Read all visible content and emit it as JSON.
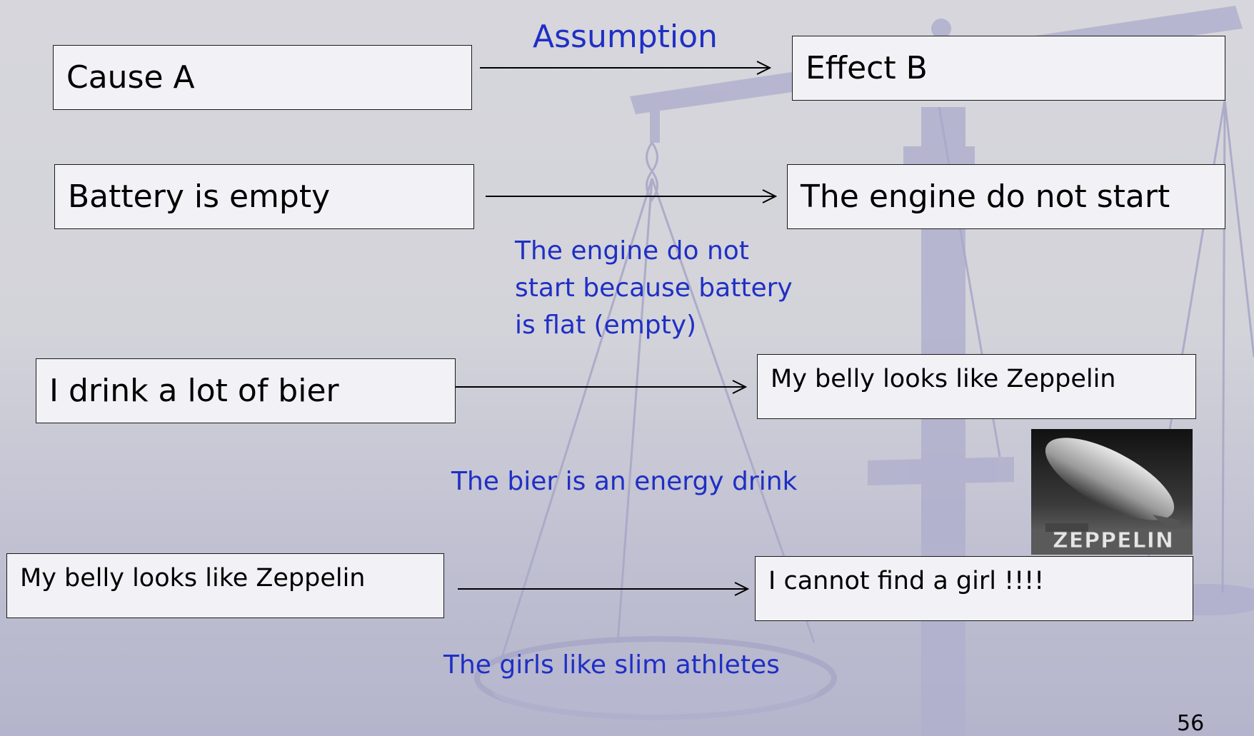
{
  "diagram": {
    "assumption_label": "Assumption",
    "rows": [
      {
        "cause": "Cause A",
        "effect": "Effect B"
      },
      {
        "cause": "Battery is empty",
        "effect": "The engine do not  start",
        "note": [
          "The engine do not",
          "start because battery",
          "is flat (empty)"
        ]
      },
      {
        "cause": "I drink a lot of bier",
        "effect": "My belly looks like Zeppelin",
        "note": [
          "The bier is an energy drink"
        ]
      },
      {
        "cause": "My belly looks like Zeppelin",
        "effect": "I cannot find a girl !!!!",
        "note": [
          "The girls like slim athletes"
        ]
      }
    ],
    "image_caption": "ZEPPELIN"
  },
  "slide": {
    "page_number": "56"
  },
  "colors": {
    "note_text": "#1f2fc4",
    "box_fill": "#f2f2f6",
    "box_border": "#1a1a1a"
  }
}
